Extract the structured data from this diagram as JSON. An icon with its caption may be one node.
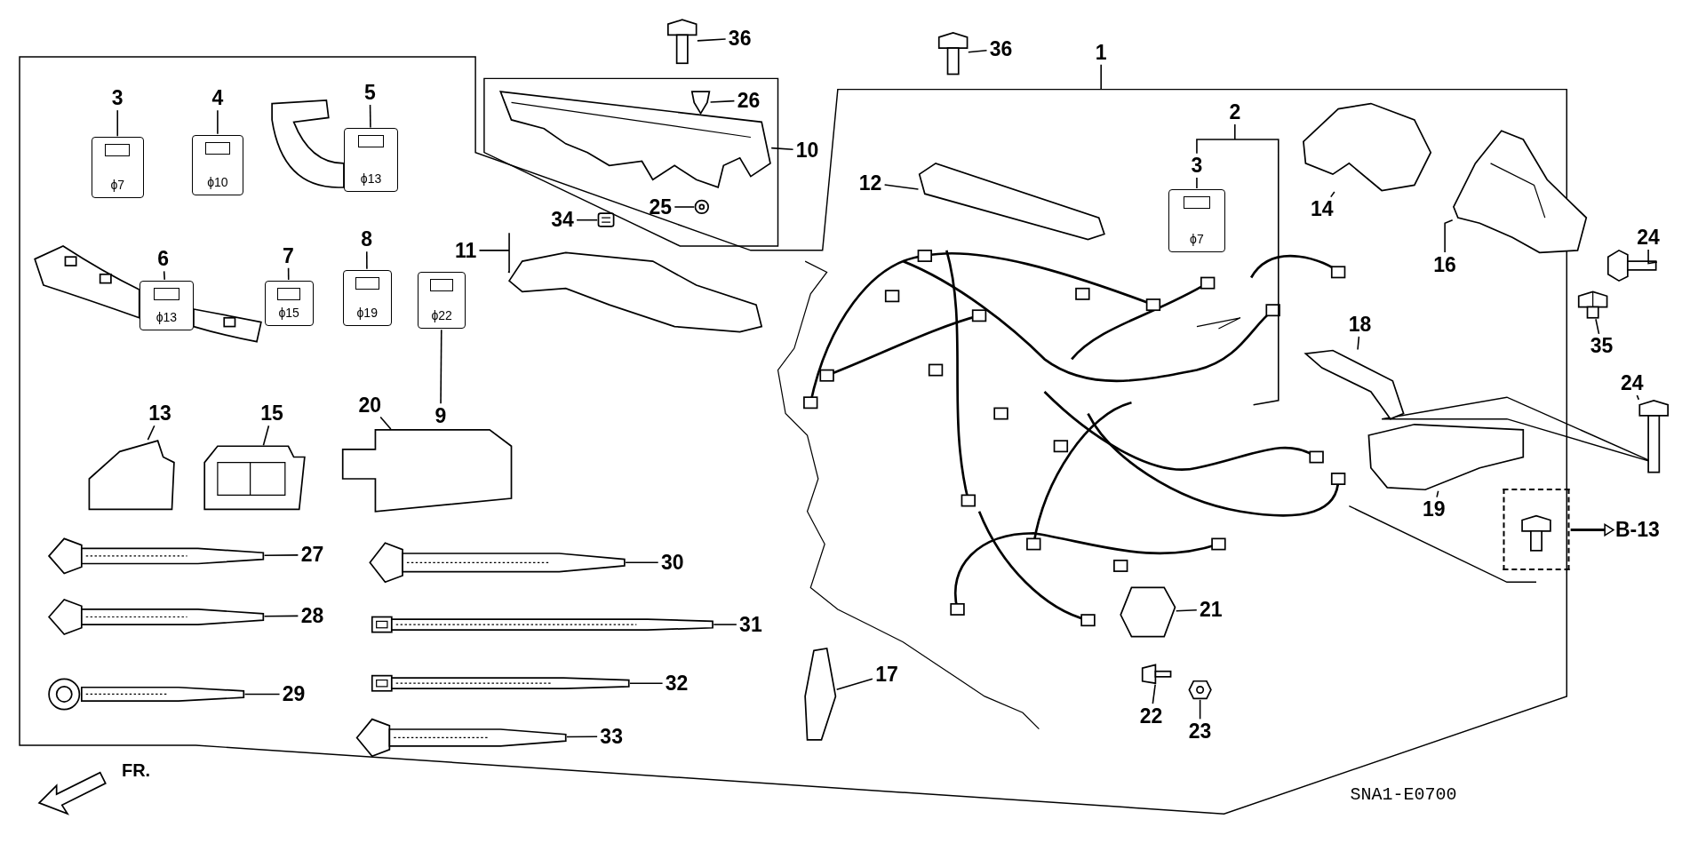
{
  "diagram": {
    "nodes": [
      {
        "text": [
          "36"
        ]
      },
      {
        "text": [
          "36"
        ]
      },
      {
        "text": [
          "1"
        ]
      },
      {
        "text": [
          "26"
        ]
      },
      {
        "text": [
          "10"
        ]
      },
      {
        "text": [
          "25"
        ]
      },
      {
        "text": [
          "3"
        ]
      },
      {
        "text": [
          "4"
        ]
      },
      {
        "text": [
          "5"
        ]
      },
      {
        "text": [
          "34"
        ]
      },
      {
        "text": [
          "11"
        ]
      },
      {
        "text": [
          "12"
        ]
      },
      {
        "text": [
          "2"
        ]
      },
      {
        "text": [
          "3"
        ]
      },
      {
        "text": [
          "14"
        ]
      },
      {
        "text": [
          "16"
        ]
      },
      {
        "text": [
          "24"
        ]
      },
      {
        "text": [
          "6"
        ]
      },
      {
        "text": [
          "7"
        ]
      },
      {
        "text": [
          "8"
        ]
      },
      {
        "text": [
          "35"
        ]
      },
      {
        "text": [
          "18"
        ]
      },
      {
        "text": [
          "24"
        ]
      },
      {
        "text": [
          "9"
        ]
      },
      {
        "text": [
          "13"
        ]
      },
      {
        "text": [
          "15"
        ]
      },
      {
        "text": [
          "20"
        ]
      },
      {
        "text": [
          "19"
        ]
      },
      {
        "text": [],
        "shape": "box"
      },
      {
        "text": [
          "B-13"
        ]
      },
      {
        "text": [
          "27"
        ]
      },
      {
        "text": [
          "30"
        ]
      },
      {
        "text": [
          "21"
        ]
      },
      {
        "text": [
          "28"
        ]
      },
      {
        "text": [
          "31"
        ]
      },
      {
        "text": [
          "17"
        ]
      },
      {
        "text": [
          "32"
        ]
      },
      {
        "text": [
          "29"
        ]
      },
      {
        "text": [
          "22"
        ]
      },
      {
        "text": [
          "23"
        ]
      },
      {
        "text": [
          "33"
        ]
      },
      {
        "text": [],
        "shape": "picture"
      },
      {
        "text": [],
        "shape": "picture"
      },
      {
        "text": [],
        "shape": "picture"
      },
      {
        "text": [],
        "shape": "picture"
      },
      {
        "text": [],
        "shape": "picture"
      },
      {
        "text": [
          "ϕ7"
        ]
      },
      {
        "text": [
          "ϕ10"
        ]
      },
      {
        "text": [
          "ϕ13"
        ]
      },
      {
        "text": [],
        "shape": "picture"
      },
      {
        "text": [],
        "shape": "picture"
      },
      {
        "text": [],
        "shape": "picture"
      },
      {
        "text": [],
        "shape": "picture"
      },
      {
        "text": [],
        "shape": "picture"
      },
      {
        "text": [],
        "shape": "picture"
      },
      {
        "text": [
          "ϕ13"
        ]
      },
      {
        "text": [
          "ϕ15"
        ]
      },
      {
        "text": [
          "ϕ19"
        ]
      },
      {
        "text": [],
        "shape": "picture"
      },
      {
        "text": [],
        "shape": "picture"
      },
      {
        "text": [],
        "shape": "picture"
      },
      {
        "text": [
          "ϕ22"
        ]
      },
      {
        "text": [],
        "shape": "picture"
      },
      {
        "text": [],
        "shape": "picture"
      },
      {
        "text": [],
        "shape": "picture"
      },
      {
        "text": [],
        "shape": "picture"
      },
      {
        "text": [],
        "shape": "picture"
      },
      {
        "text": [],
        "shape": "picture"
      },
      {
        "text": [],
        "shape": "picture"
      },
      {
        "text": [],
        "shape": "picture"
      },
      {
        "text": [],
        "shape": "picture"
      },
      {
        "text": [],
        "shape": "picture"
      },
      {
        "text": [],
        "shape": "picture"
      },
      {
        "text": [],
        "shape": "picture"
      },
      {
        "text": [],
        "shape": "picture"
      },
      {
        "text": [],
        "shape": "picture"
      },
      {
        "text": [],
        "shape": "picture"
      },
      {
        "text": [
          "ϕ7"
        ]
      }
    ],
    "edges": [
      {
        "from": 0,
        "to": 41,
        "arrow": "none"
      },
      {
        "from": 1,
        "to": 42,
        "arrow": "none"
      },
      {
        "from": 2,
        "to": null,
        "arrow": "none"
      },
      {
        "from": 3,
        "to": 43,
        "arrow": "none"
      },
      {
        "from": 4,
        "to": 44,
        "arrow": "none"
      },
      {
        "from": 5,
        "to": 45,
        "arrow": "none"
      },
      {
        "from": 6,
        "to": 46,
        "arrow": "none"
      },
      {
        "from": 7,
        "to": 47,
        "arrow": "none"
      },
      {
        "from": 8,
        "to": 48,
        "arrow": "none"
      },
      {
        "from": 9,
        "to": 49,
        "arrow": "none"
      },
      {
        "from": 10,
        "to": 50,
        "arrow": "none"
      },
      {
        "from": 11,
        "to": 51,
        "arrow": "none"
      },
      {
        "from": 12,
        "to": 13,
        "arrow": "none"
      },
      {
        "from": 14,
        "to": 52,
        "arrow": "none"
      },
      {
        "from": 15,
        "to": 53,
        "arrow": "none"
      },
      {
        "from": 16,
        "to": 54,
        "arrow": "none"
      },
      {
        "from": 17,
        "to": 55,
        "arrow": "none"
      },
      {
        "from": 18,
        "to": 56,
        "arrow": "none"
      },
      {
        "from": 19,
        "to": 57,
        "arrow": "none"
      },
      {
        "from": 20,
        "to": 58,
        "arrow": "none"
      },
      {
        "from": 21,
        "to": 59,
        "arrow": "none"
      },
      {
        "from": 22,
        "to": 60,
        "arrow": "none"
      },
      {
        "from": 23,
        "to": 61,
        "arrow": "none"
      },
      {
        "from": 24,
        "to": 62,
        "arrow": "none"
      },
      {
        "from": 25,
        "to": 63,
        "arrow": "none"
      },
      {
        "from": 26,
        "to": 64,
        "arrow": "none"
      },
      {
        "from": 27,
        "to": 65,
        "arrow": "none"
      },
      {
        "from": 28,
        "to": 29,
        "arrow": "to"
      },
      {
        "from": 30,
        "to": 66,
        "arrow": "none"
      },
      {
        "from": 31,
        "to": 67,
        "arrow": "none"
      },
      {
        "from": 32,
        "to": 68,
        "arrow": "none"
      },
      {
        "from": 33,
        "to": 69,
        "arrow": "none"
      },
      {
        "from": 34,
        "to": 70,
        "arrow": "none"
      },
      {
        "from": 35,
        "to": 71,
        "arrow": "none"
      },
      {
        "from": 36,
        "to": 72,
        "arrow": "none"
      },
      {
        "from": 37,
        "to": 73,
        "arrow": "none"
      },
      {
        "from": 38,
        "to": 74,
        "arrow": "none"
      },
      {
        "from": 39,
        "to": 75,
        "arrow": "none"
      },
      {
        "from": 40,
        "to": 76,
        "arrow": "none"
      },
      {
        "from": 13,
        "to": 77,
        "arrow": "none"
      }
    ],
    "labels": [
      "FR.",
      "SNA1-E0700"
    ]
  }
}
